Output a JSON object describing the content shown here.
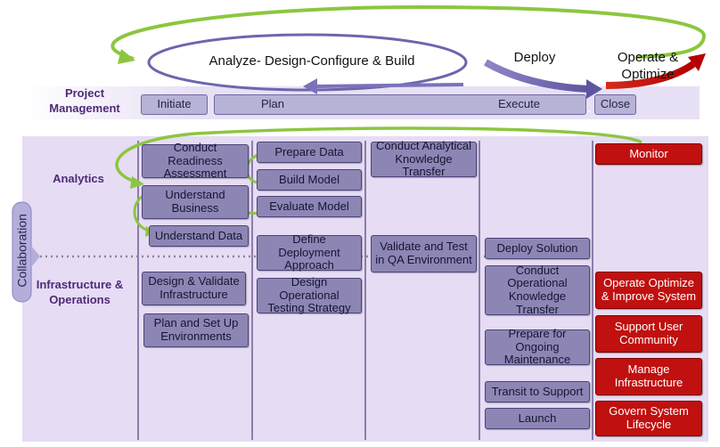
{
  "cycle": {
    "adcb": "Analyze- Design-Configure & Build",
    "deploy": "Deploy",
    "operate": "Operate & Optimize"
  },
  "rows": {
    "pm": "Project Management",
    "analytics": "Analytics",
    "infra": "Infrastructure & Operations",
    "collaboration": "Collaboration"
  },
  "pm_bar": {
    "initiate": "Initiate",
    "plan": "Plan",
    "execute": "Execute",
    "close": "Close"
  },
  "boxes": {
    "readiness": "Conduct Readiness Assessment",
    "understand_business": "Understand Business",
    "understand_data": "Understand Data",
    "design_validate": "Design & Validate Infrastructure",
    "plan_setup": "Plan and Set Up Environments",
    "prepare_data": "Prepare Data",
    "build_model": "Build Model",
    "evaluate_model": "Evaluate Model",
    "define_deployment": "Define Deployment Approach",
    "design_testing": "Design Operational Testing Strategy",
    "analytical_transfer": "Conduct Analytical Knowledge Transfer",
    "validate_test": "Validate and Test in QA Environment",
    "deploy_solution": "Deploy Solution",
    "operational_transfer": "Conduct Operational Knowledge Transfer",
    "prepare_maintenance": "Prepare for Ongoing Maintenance",
    "transit_support": "Transit to Support",
    "launch": "Launch",
    "monitor": "Monitor",
    "operate_improve": "Operate Optimize & Improve System",
    "support_community": "Support User Community",
    "manage_infra": "Manage Infrastructure",
    "govern_lifecycle": "Govern System Lifecycle"
  },
  "colors": {
    "purple_box": "#8d86b5",
    "red_box": "#c0100f",
    "green_arrow": "#8cc63f",
    "lavender_band": "#e6dcf4",
    "dark_purple_text": "#4e2a78"
  }
}
